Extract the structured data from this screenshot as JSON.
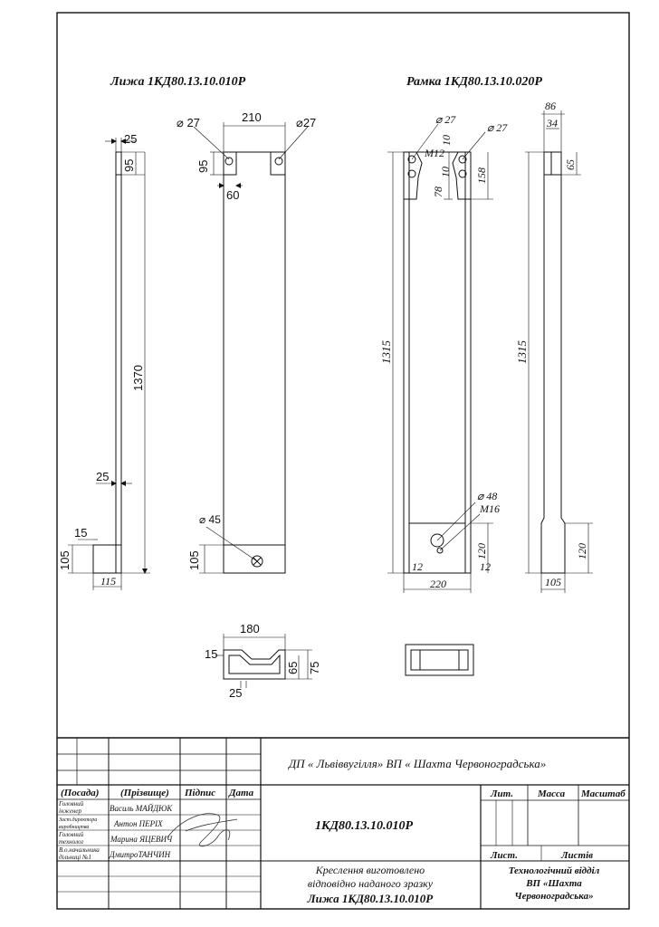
{
  "titles": {
    "left": "Лижа 1КД80.13.10.010Р",
    "right": "Рамка 1КД80.13.10.020Р"
  },
  "dims": {
    "ski_side_top_w": "25",
    "ski_side_top_h": "95",
    "ski_side_len": "1370",
    "ski_side_mid_w": "25",
    "ski_bot_15": "15",
    "ski_bot_105": "105",
    "ski_bot_115": "115",
    "ski_hole_l": "⌀ 27",
    "ski_hole_r": "⌀27",
    "ski_width": "210",
    "ski_top_95": "95",
    "ski_top_60": "60",
    "ski_hole45": "⌀ 45",
    "ski_front_105": "105",
    "sec_180": "180",
    "sec_15": "15",
    "sec_65": "65",
    "sec_75": "75",
    "sec_25": "25",
    "fr_hole_l": "⌀ 27",
    "fr_m12": "M12",
    "fr_10a": "10",
    "fr_10b": "10",
    "fr_78": "78",
    "fr_hole_r": "⌀ 27",
    "fr_158": "158",
    "fr_1315": "1315",
    "fr_48": "⌀ 48",
    "fr_m16": "M16",
    "fr_120": "120",
    "fr_12l": "12",
    "fr_12r": "12",
    "fr_220": "220",
    "rs_86": "86",
    "rs_34": "34",
    "rs_65": "65",
    "rs_1315": "1315",
    "rs_120": "120",
    "rs_105": "105"
  },
  "title_block": {
    "org": "ДП « Львіввугілля»   ВП « Шахта Червоноградська»",
    "col_position": "(Посада)",
    "col_surname": "(Прізвище)",
    "col_sign": "Підпис",
    "col_date": "Дата",
    "rows": [
      {
        "pos1": "Головний",
        "pos2": "інженер",
        "name": "Василь МАЙДЮК"
      },
      {
        "pos1": "Заст.директора",
        "pos2": "виробництва",
        "name": "Антон ПЕРІХ"
      },
      {
        "pos1": "Головний",
        "pos2": "технолог",
        "name": "Марина ЯЦЕВИЧ"
      },
      {
        "pos1": "В.о.начальника",
        "pos2": "дільниці №1",
        "name": "ДмитроТАНЧИН"
      }
    ],
    "doc_number": "1КД80.13.10.010Р",
    "lit": "Лит.",
    "massa": "Масса",
    "masshtab": "Масштаб",
    "list": "Лист.",
    "listiv": "Листів",
    "desc1": "Креслення виготовлено",
    "desc2": "відповідно наданого зразку",
    "desc3": "Лижа 1КД80.13.10.010Р",
    "dept1": "Технологічний відділ",
    "dept2": "ВП «Шахта",
    "dept3": "Червоноградська»"
  }
}
